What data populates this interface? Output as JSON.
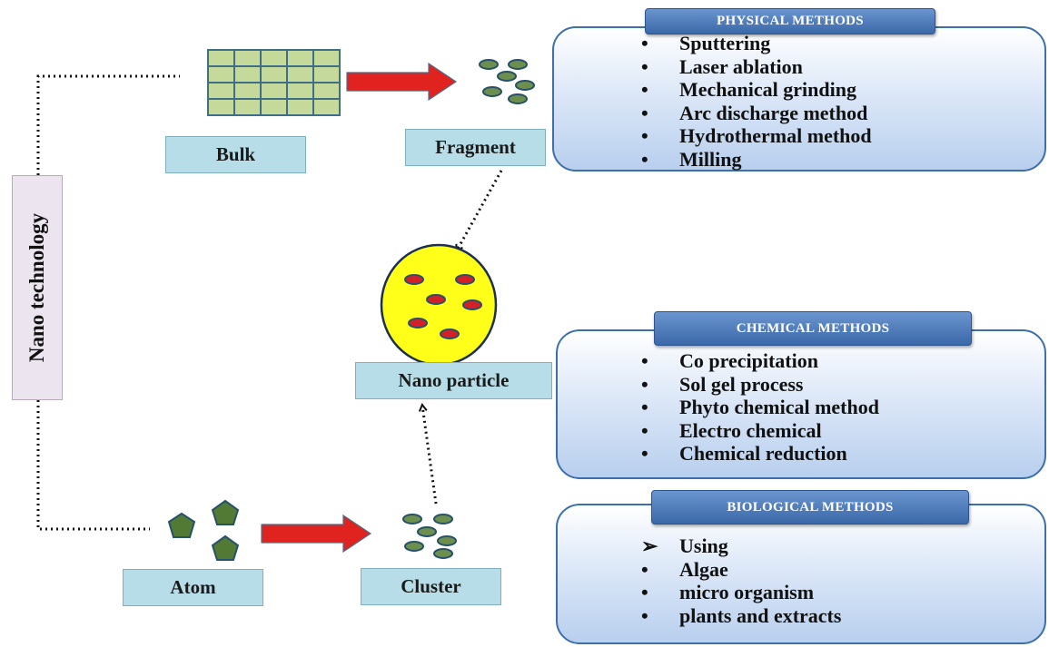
{
  "labels": {
    "vertical": "Nano technology",
    "bulk": "Bulk",
    "fragment": "Fragment",
    "nanoparticle": "Nano particle",
    "atom": "Atom",
    "cluster": "Cluster"
  },
  "physical": {
    "title": "PHYSICAL METHODS",
    "items": [
      {
        "bullet": "•",
        "text": "Sputtering"
      },
      {
        "bullet": "•",
        "text": "Laser ablation"
      },
      {
        "bullet": "•",
        "text": "Mechanical grinding"
      },
      {
        "bullet": "•",
        "text": "Arc discharge method"
      },
      {
        "bullet": "•",
        "text": "Hydrothermal method"
      },
      {
        "bullet": "•",
        "text": "Milling"
      }
    ]
  },
  "chemical": {
    "title": "CHEMICAL METHODS",
    "items": [
      {
        "bullet": "•",
        "text": "Co precipitation"
      },
      {
        "bullet": "•",
        "text": "Sol gel process"
      },
      {
        "bullet": "•",
        "text": "Phyto chemical method"
      },
      {
        "bullet": "•",
        "text": "Electro chemical"
      },
      {
        "bullet": "•",
        "text": "Chemical reduction"
      }
    ]
  },
  "biological": {
    "title": "BIOLOGICAL METHODS",
    "items": [
      {
        "bullet": "➢",
        "text": "Using"
      },
      {
        "bullet": "•",
        "text": "Algae"
      },
      {
        "bullet": "•",
        "text": "micro organism"
      },
      {
        "bullet": "•",
        "text": "plants and extracts"
      }
    ]
  },
  "colors": {
    "grid_fill": "#c5d99a",
    "grid_line": "#3e6f86",
    "arrow": "#e0231f",
    "particle_fill": "#6d8f4e",
    "particle_stroke": "#27516a",
    "nanoparticle_fill": "#ffff1a",
    "nanoparticle_dot": "#d42128",
    "atom_fill": "#527a34"
  }
}
